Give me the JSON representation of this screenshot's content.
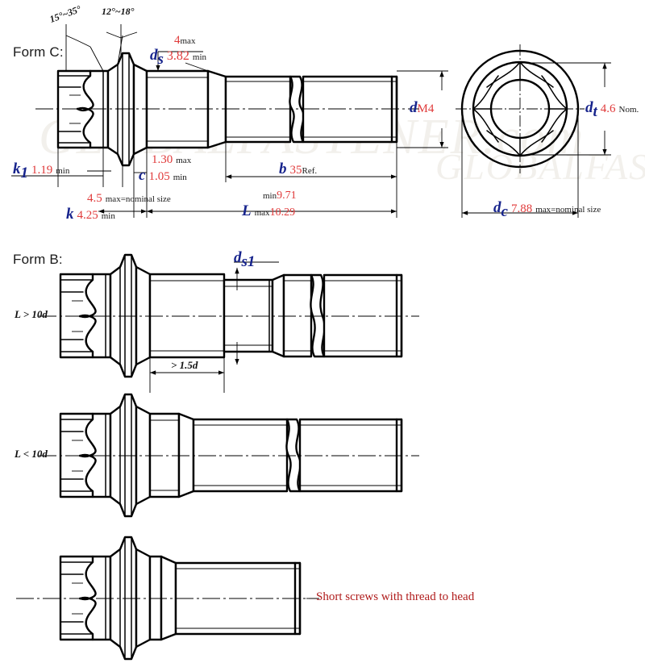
{
  "meta": {
    "watermark": "GLOBALFASTENER.com",
    "drawing_type": "engineering-drawing",
    "subject": "12-point flange head bolt"
  },
  "colors": {
    "symbol_blue": "#16238c",
    "value_red": "#e03a3a",
    "note_red": "#b01c1c",
    "line_black": "#000000",
    "watermark_gray": "#f2f0ec"
  },
  "form_c": {
    "label": "Form C:",
    "angles": {
      "head_chamfer": "15°~35°",
      "flange_angle": "12°~18°"
    },
    "dims": {
      "ds": {
        "symbol": "d",
        "subscript": "s",
        "max": "4",
        "max_word": "max",
        "min": "3.82",
        "min_word": "min"
      },
      "d": {
        "symbol": "d",
        "subscript": "",
        "value": "M4"
      },
      "k1": {
        "symbol": "k",
        "subscript": "1",
        "value": "1.19",
        "qualifier": "min"
      },
      "c": {
        "symbol": "c",
        "subscript": "",
        "max": "1.30",
        "max_word": "max",
        "min": "1.05",
        "min_word": "min"
      },
      "b": {
        "symbol": "b",
        "subscript": "",
        "value": "35",
        "qualifier": "Ref."
      },
      "k": {
        "symbol": "k",
        "subscript": "",
        "max": "4.5",
        "max_word": "max=nominal size",
        "min": "4.25",
        "min_word": "min"
      },
      "L": {
        "symbol": "L",
        "subscript": "",
        "min_word": "min",
        "min": "9.71",
        "max_word": "max",
        "max": "10.29"
      }
    }
  },
  "end_view": {
    "dims": {
      "dt": {
        "symbol": "d",
        "subscript": "t",
        "value": "4.6",
        "qualifier": "Nom."
      },
      "dc": {
        "symbol": "d",
        "subscript": "c",
        "value": "7.88",
        "qualifier": "max=nominal size"
      }
    }
  },
  "form_b": {
    "label": "Form B:",
    "dims": {
      "ds1": {
        "symbol": "d",
        "subscript": "s1"
      },
      "thread_runout": "> 1.5d"
    },
    "variants": [
      {
        "condition": "L > 10d"
      },
      {
        "condition": "L < 10d"
      }
    ]
  },
  "short_screw": {
    "note": "Short screws with thread to head"
  }
}
